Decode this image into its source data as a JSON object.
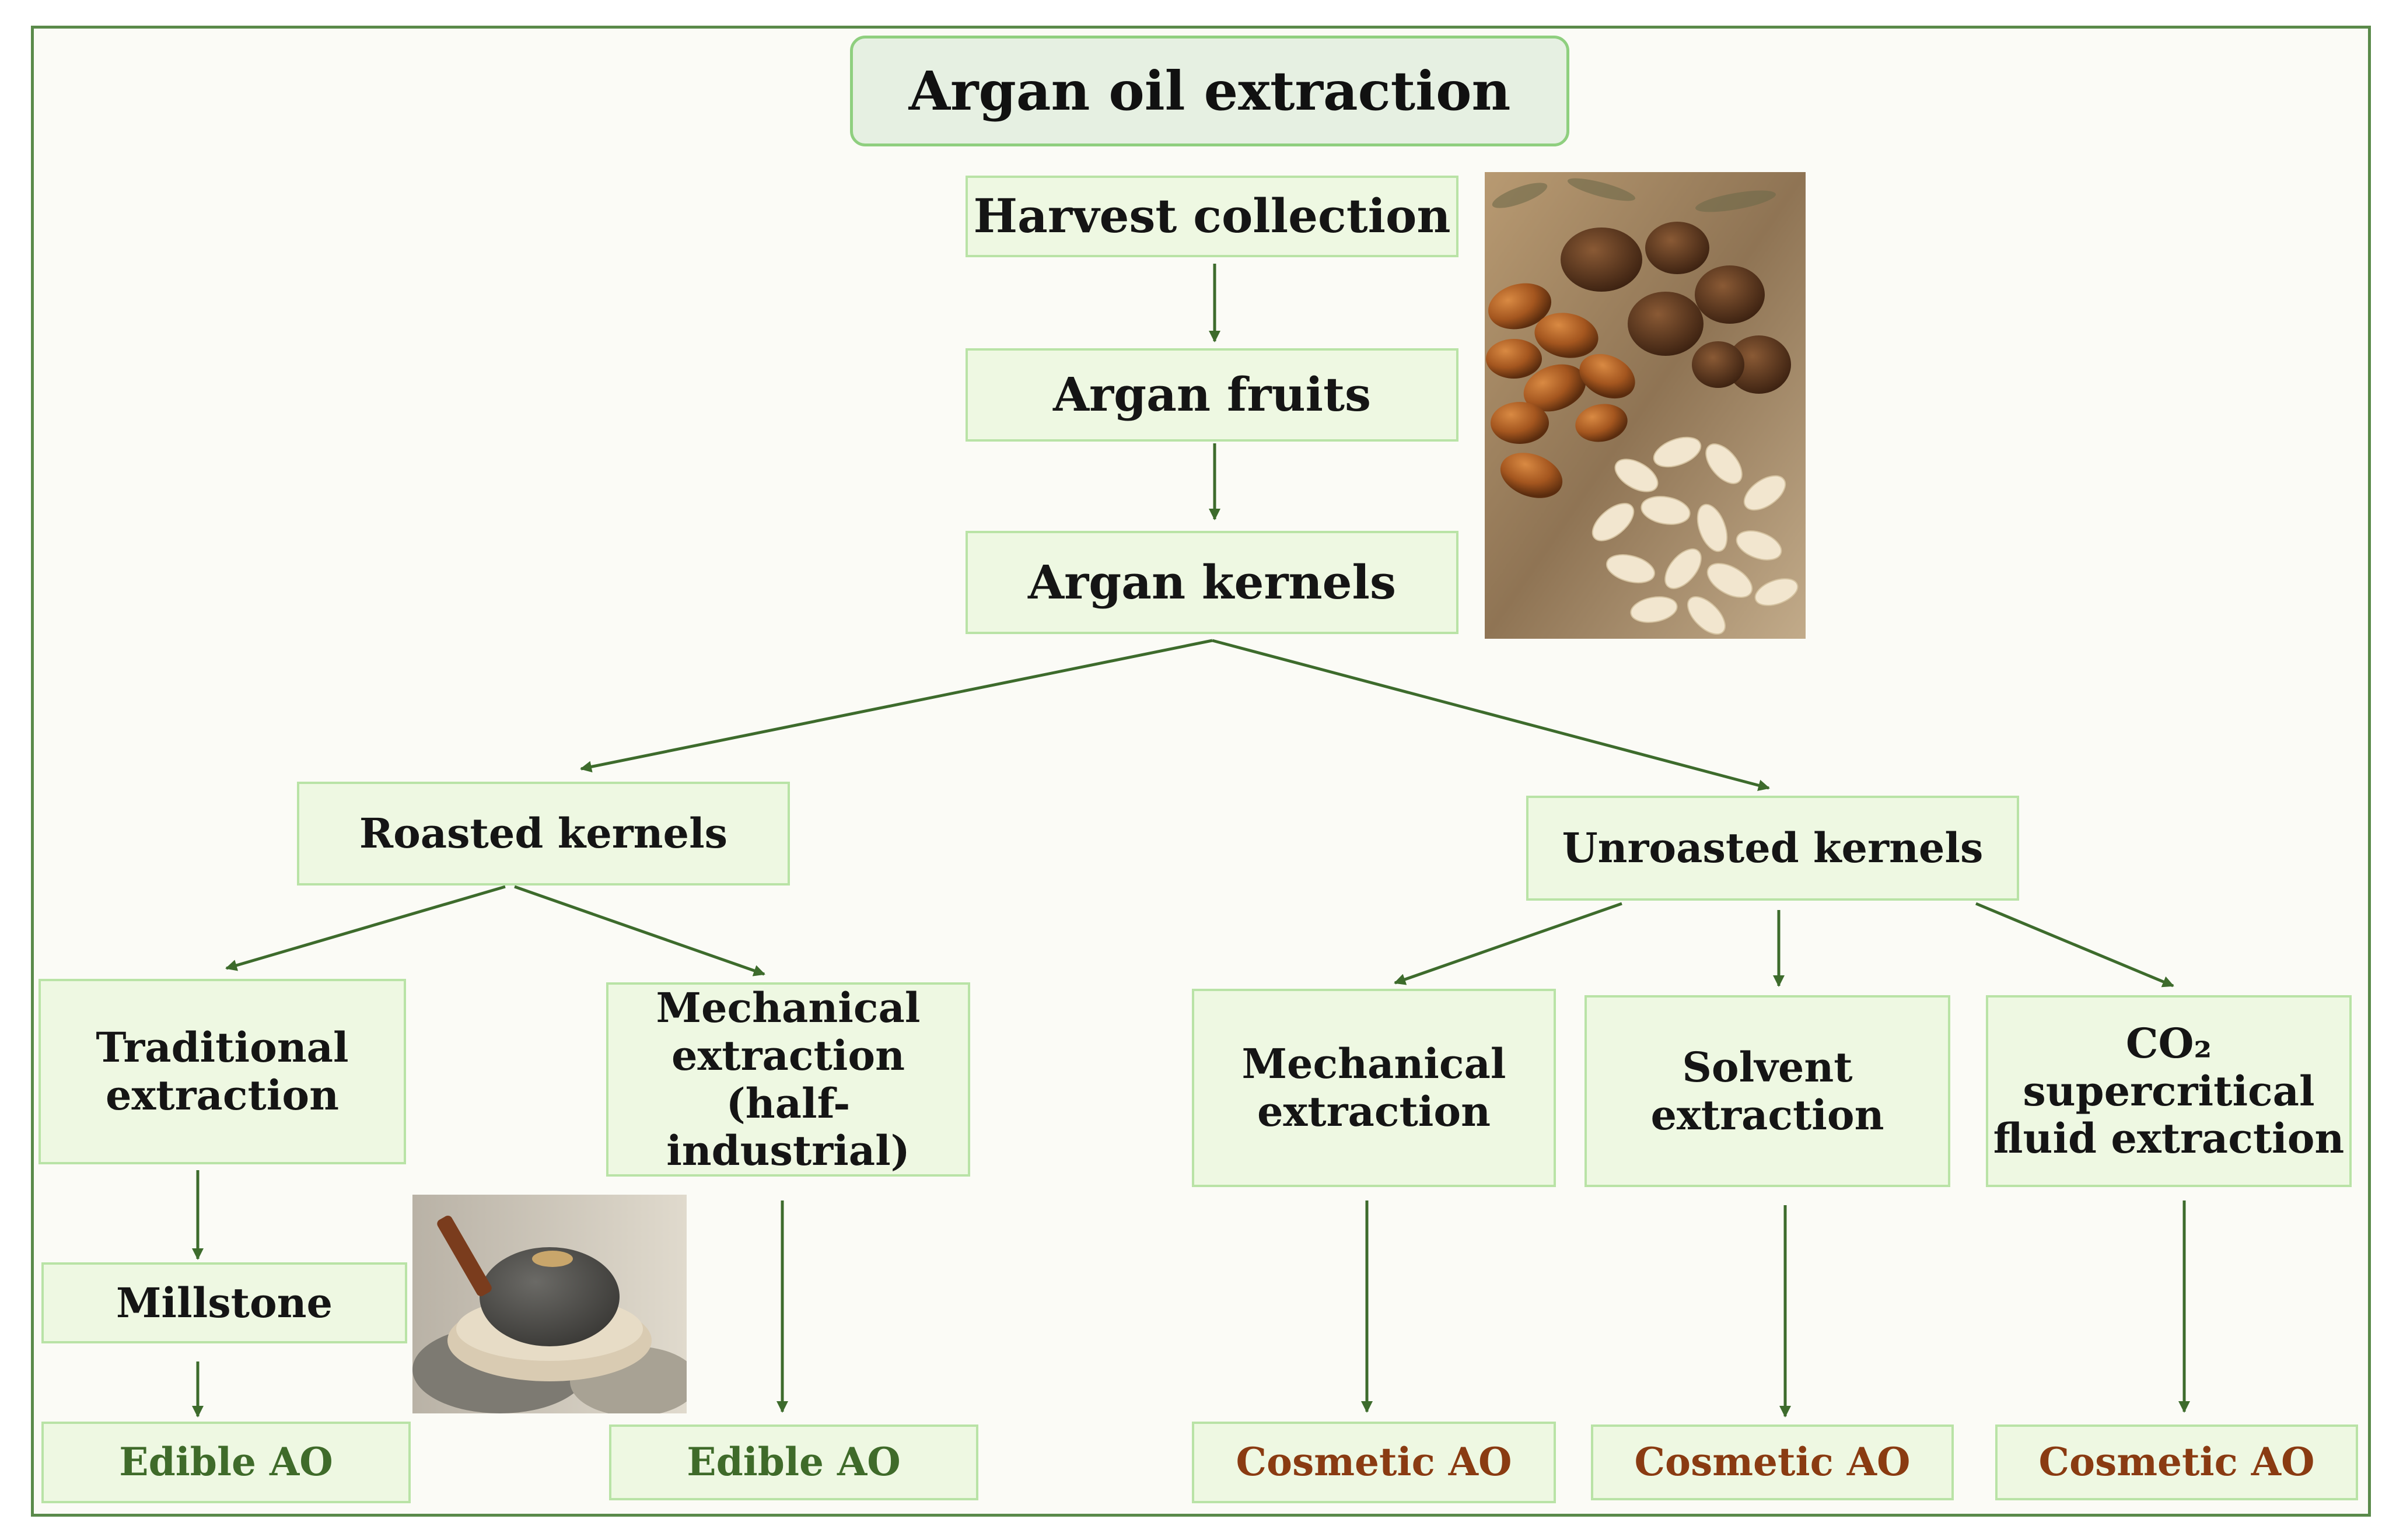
{
  "title": "Argan oil extraction",
  "nodes": {
    "harvest": "Harvest collection",
    "fruits": "Argan fruits",
    "kernels": "Argan kernels",
    "roasted": "Roasted kernels",
    "unroasted": "Unroasted kernels",
    "traditional": "Traditional\nextraction",
    "mech_half": "Mechanical\nextraction\n(half-industrial)",
    "mech": "Mechanical\nextraction",
    "solvent": "Solvent\nextraction",
    "co2": "CO₂\nsupercritical\nfluid extraction",
    "millstone": "Millstone"
  },
  "outputs": {
    "edible_1": "Edible AO",
    "edible_2": "Edible AO",
    "cosmetic_1": "Cosmetic AO",
    "cosmetic_2": "Cosmetic AO",
    "cosmetic_3": "Cosmetic AO"
  },
  "colors": {
    "arrow": "#3d6b2c",
    "edible_text": "#3f6b2a",
    "cosmetic_text": "#8a3b12",
    "box_fill": "#eef8e2",
    "box_border": "#b9e3a6"
  },
  "images": {
    "nuts_photo": "argan-nuts-kernels-photo",
    "millstone_photo": "millstone-photo"
  }
}
